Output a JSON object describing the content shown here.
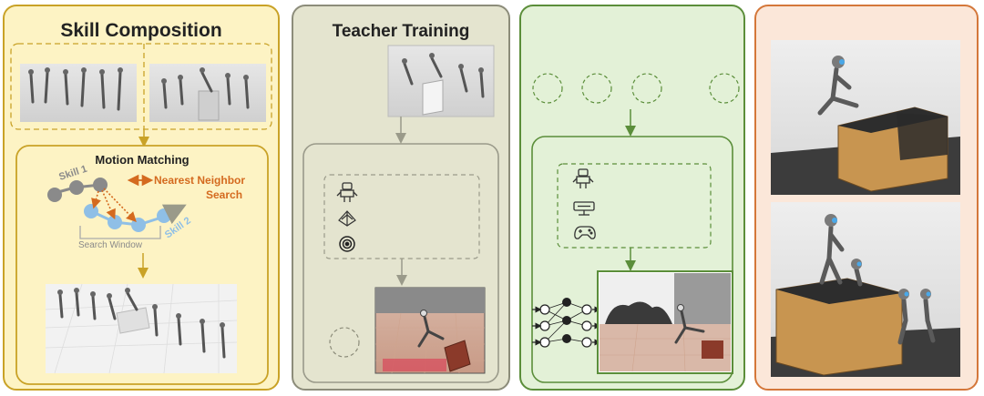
{
  "panels": {
    "skill_composition": {
      "title": "Skill Composition",
      "motion_matching": {
        "title": "Motion Matching",
        "skill1_label": "Skill 1",
        "skill2_label": "Skill 2",
        "nearest_neighbor_line1": "Nearest Neighbor",
        "nearest_neighbor_line2": "Search",
        "search_window": "Search Window"
      }
    },
    "teacher_training": {
      "title": "Teacher Training"
    }
  },
  "colors": {
    "panel1_fill": "#fdf3c4",
    "panel1_border": "#c9a227",
    "panel2_fill": "#e4e4cf",
    "panel2_border": "#8c8c7a",
    "panel3_fill": "#e3f1d7",
    "panel3_border": "#5b8e3a",
    "panel4_fill": "#fbe7d9",
    "panel4_border": "#d4773a",
    "skill1_node": "#8a8a8a",
    "skill2_node": "#8fbfe6",
    "accent_orange": "#d46a1f"
  },
  "icons": [
    "robot-icon",
    "terrain-icon",
    "target-icon",
    "keyboard-icon",
    "gamepad-icon",
    "neural-network-icon"
  ]
}
